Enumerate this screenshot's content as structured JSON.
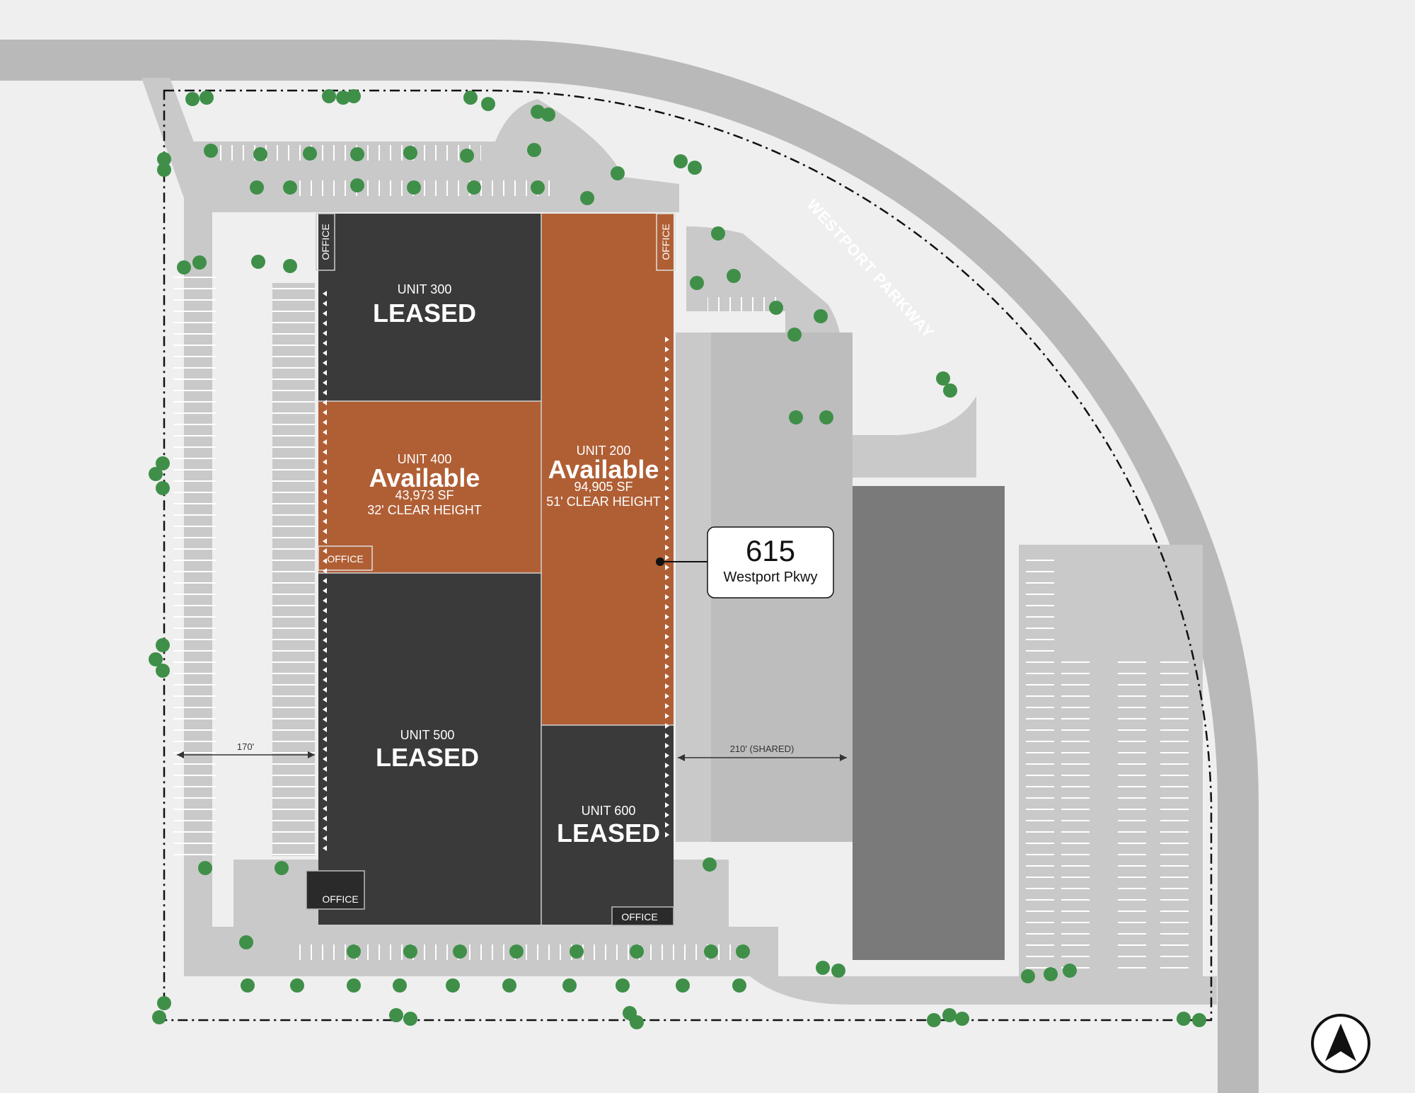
{
  "colors": {
    "leased": "#3a3a3a",
    "available": "#b05f35",
    "neighbor_building": "#7a7a7a",
    "road": "#b9b9b9",
    "lot": "#c9c9c9",
    "tree": "#3f8f49",
    "background": "#efefef"
  },
  "road": {
    "name": "WESTPORT PARKWAY"
  },
  "units": [
    {
      "id": "unit-300",
      "name": "UNIT 300",
      "status": "LEASED",
      "type": "leased"
    },
    {
      "id": "unit-400",
      "name": "UNIT 400",
      "status": "Available",
      "sf": "43,973 SF",
      "clear": "32' CLEAR HEIGHT",
      "type": "available"
    },
    {
      "id": "unit-200",
      "name": "UNIT 200",
      "status": "Available",
      "sf": "94,905 SF",
      "clear": "51' CLEAR HEIGHT",
      "type": "available"
    },
    {
      "id": "unit-500",
      "name": "UNIT 500",
      "status": "LEASED",
      "type": "leased"
    },
    {
      "id": "unit-600",
      "name": "UNIT 600",
      "status": "LEASED",
      "type": "leased"
    }
  ],
  "office_label": "OFFICE",
  "address": {
    "number": "615",
    "street": "Westport Pkwy"
  },
  "dimensions": {
    "west": "170'",
    "east": "210' (SHARED)"
  },
  "compass": {
    "icon": "north-arrow-icon"
  }
}
